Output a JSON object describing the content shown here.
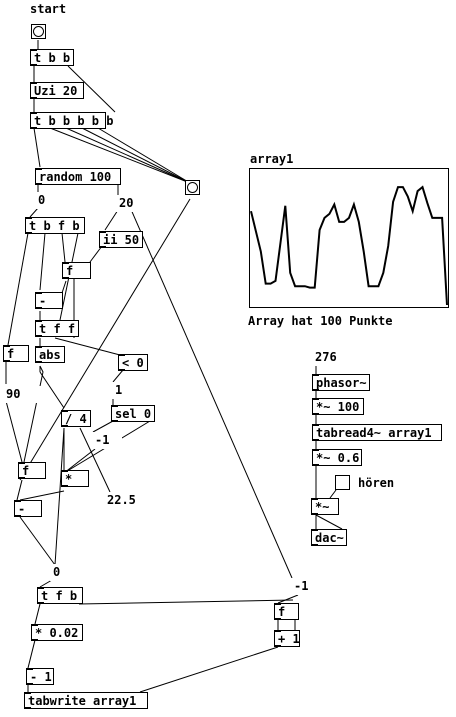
{
  "comments": {
    "start": "start",
    "array_name": "array1",
    "array_caption": "Array hat 100 Punkte",
    "listen": "hören"
  },
  "objects": {
    "t_b_b": "t b b",
    "uzi": "Uzi 20",
    "t_b_b_b_b_b": "t b b b b b",
    "random": "random 100",
    "t_b_f_b": "t b f b",
    "ii": "ii 50",
    "f_a": "f",
    "minus_a": "-",
    "t_f_f": "t f f",
    "f_left": "f",
    "abs": "abs",
    "lt0": "< 0",
    "sel0": "sel 0",
    "div4": "/ 4",
    "mul": "*",
    "f_b": "f",
    "minus_b": "-",
    "t_f_b": "t f b",
    "mul002": "* 0.02",
    "minus1": "- 1",
    "tabwrite": "tabwrite array1",
    "f_c": "f",
    "plus1": "+ 1",
    "phasor": "phasor~",
    "mul100": "*~ 100",
    "tabread": "tabread4~ array1",
    "mul06": "*~ 0.6",
    "mulsig": "*~",
    "dac": "dac~"
  },
  "numbers": {
    "n0a": "0",
    "n20": "20",
    "n90": "90",
    "n1": "1",
    "nm1": "-1",
    "n225": "22.5",
    "n0b": "0",
    "nm1b": "-1",
    "n276": "276"
  },
  "array_points": [
    0.7,
    0.55,
    0.4,
    0.16,
    0.16,
    0.18,
    0.46,
    0.74,
    0.24,
    0.14,
    0.14,
    0.14,
    0.13,
    0.13,
    0.56,
    0.65,
    0.68,
    0.75,
    0.62,
    0.62,
    0.65,
    0.75,
    0.62,
    0.4,
    0.14,
    0.14,
    0.14,
    0.24,
    0.44,
    0.77,
    0.88,
    0.88,
    0.81,
    0.7,
    0.85,
    0.88,
    0.76,
    0.65,
    0.65,
    0.65,
    0.0
  ]
}
